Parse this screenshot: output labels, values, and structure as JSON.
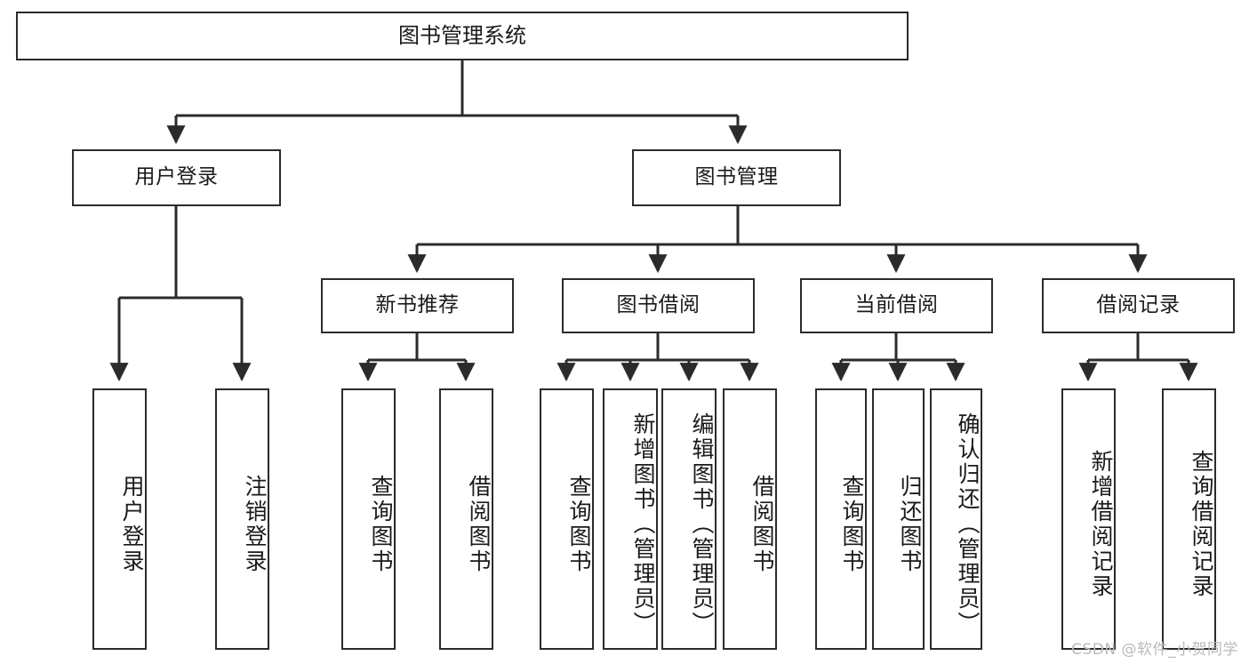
{
  "diagram": {
    "type": "tree",
    "title": "图书管理系统",
    "watermark": "CSDN @软件_小贺同学",
    "colors": {
      "stroke": "#2b2b2b",
      "fill": "#ffffff",
      "text": "#1a1a1a",
      "watermark": "#b9b9b9"
    },
    "nodes": {
      "root": {
        "label": "图书管理系统"
      },
      "level2": [
        {
          "id": "user-login",
          "label": "用户登录"
        },
        {
          "id": "book-manage",
          "label": "图书管理"
        }
      ],
      "level3": [
        {
          "id": "new-book-rec",
          "label": "新书推荐"
        },
        {
          "id": "book-borrow",
          "label": "图书借阅"
        },
        {
          "id": "current-borrow",
          "label": "当前借阅"
        },
        {
          "id": "borrow-record",
          "label": "借阅记录"
        }
      ],
      "leaves": [
        {
          "id": "leaf-user-login",
          "label": "用户登录",
          "parent": "user-login"
        },
        {
          "id": "leaf-user-logout",
          "label": "注销登录",
          "parent": "user-login"
        },
        {
          "id": "leaf-query-book-1",
          "label": "查询图书",
          "parent": "new-book-rec"
        },
        {
          "id": "leaf-borrow-book-1",
          "label": "借阅图书",
          "parent": "new-book-rec"
        },
        {
          "id": "leaf-query-book-2",
          "label": "查询图书",
          "parent": "book-borrow"
        },
        {
          "id": "leaf-add-book",
          "label": "新增图书（管理员）",
          "parent": "book-borrow"
        },
        {
          "id": "leaf-edit-book",
          "label": "编辑图书（管理员）",
          "parent": "book-borrow"
        },
        {
          "id": "leaf-borrow-book-2",
          "label": "借阅图书",
          "parent": "book-borrow"
        },
        {
          "id": "leaf-query-book-3",
          "label": "查询图书",
          "parent": "current-borrow"
        },
        {
          "id": "leaf-return-book",
          "label": "归还图书",
          "parent": "current-borrow"
        },
        {
          "id": "leaf-confirm-return",
          "label": "确认归还（管理员）",
          "parent": "current-borrow"
        },
        {
          "id": "leaf-add-record",
          "label": "新增借阅记录",
          "parent": "borrow-record"
        },
        {
          "id": "leaf-query-record",
          "label": "查询借阅记录",
          "parent": "borrow-record"
        }
      ]
    }
  }
}
